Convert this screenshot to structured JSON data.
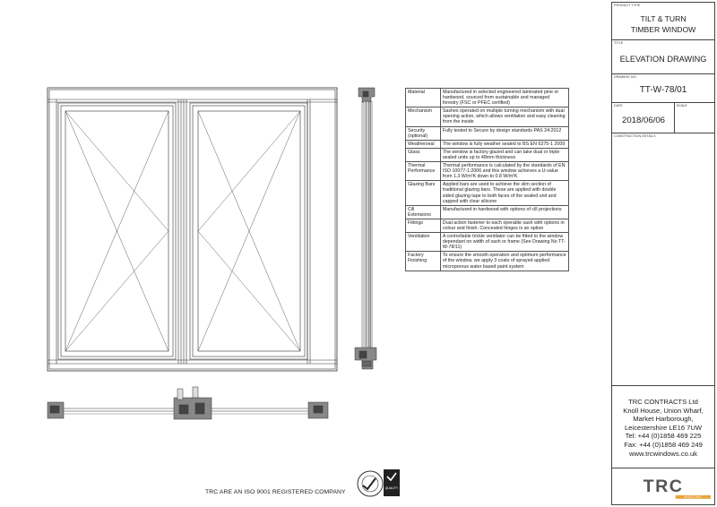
{
  "title_block": {
    "product_type_label": "PRODUCT TYPE",
    "product_type": [
      "TILT & TURN",
      "TIMBER WINDOW"
    ],
    "title_label": "TITLE",
    "title": "ELEVATION DRAWING",
    "drawing_no_label": "DRAWING No.",
    "drawing_no": "TT-W-78/01",
    "date_label": "DATE",
    "date": "2018/06/06",
    "scale_label": "SCALE",
    "construction_label": "CONSTRUCTION DETAILS"
  },
  "company": {
    "lines": [
      "TRC CONTRACTS Ltd",
      "Knoll House, Union Wharf,",
      "Market Harborough,",
      "Leicestershire LE16 7UW",
      "Tel: +44 (0)1858 469 225",
      "Fax: +44 (0)1858 469 249",
      "www.trcwindows.co.uk"
    ],
    "logo_text": "TRC",
    "logo_sub": "WINDOWS"
  },
  "spec_rows": [
    {
      "key": "Material",
      "value": "Manufactured in selected engineered laminated pine or hardwood, sourced from sustainable and managed forestry (FSC or PFEC certified)"
    },
    {
      "key": "Mechanism",
      "value": "Sashes operated on multiple turning mechanism with dual opening action, which allows ventilation and easy cleaning from the inside"
    },
    {
      "key": "Security (optional)",
      "value": "Fully tested to Secure by design standards PAS 24:2012"
    },
    {
      "key": "Weatherseal",
      "value": "The window is fully weather sealed to BS EN 6375-1 2009"
    },
    {
      "key": "Glass",
      "value": "The window is factory glazed and can take dual or triple sealed units up to 48mm thickness"
    },
    {
      "key": "Thermal Performance",
      "value": "Thermal performance is calculated by the standards of EN ISO 10077-1:2006 and this window achieves a U-value from 1.3 W/m²K down to 0.8 W/m²K"
    },
    {
      "key": "Glazing Bars",
      "value": "Applied bars are used to achieve the slim section of traditional glazing bars. These are applied with double sided glazing tape to both faces of the sealed unit and capped with clear silicone"
    },
    {
      "key": "Cill Extensions",
      "value": "Manufactured in hardwood with options of cill projections"
    },
    {
      "key": "Fittings",
      "value": "Dual action fastener to each operable sash with options in colour and finish. Concealed hinges is an option"
    },
    {
      "key": "Ventilation",
      "value": "A controllable trickle ventilator can be fitted to the window dependant on width of sash or frame (See Drawing No TT-W-78/11)"
    },
    {
      "key": "Factory Finishing",
      "value": "To ensure the smooth operation and optimum performance of the window, we apply 3 coats of sprayed applied microporous water based paint system"
    }
  ],
  "cert": {
    "badge_text": "QUALITY"
  },
  "footer": "TRC ARE AN ISO 9001 REGISTERED COMPANY"
}
